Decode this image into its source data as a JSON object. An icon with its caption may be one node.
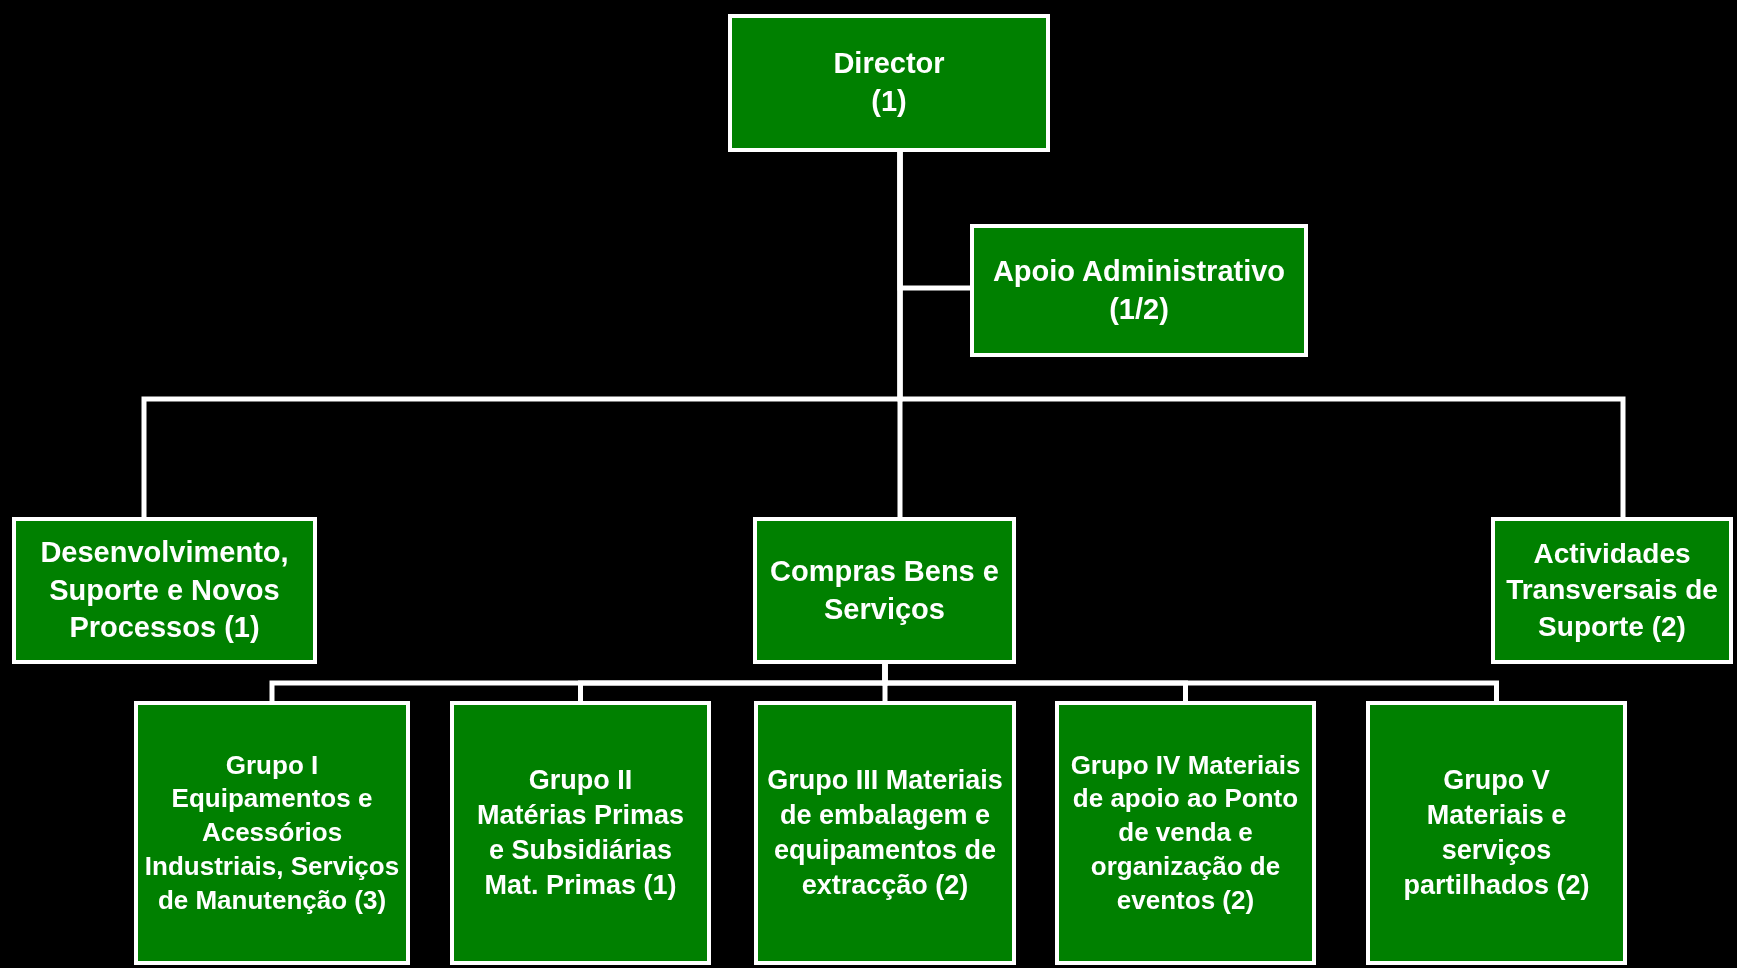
{
  "diagram": {
    "nodes": [
      {
        "text": [
          "Director (1)"
        ]
      },
      {
        "text": [
          "Apoio Administrativo (1/2)"
        ]
      },
      {
        "text": [
          "Desenvolvimento, Suporte e Novos Processos (1)"
        ]
      },
      {
        "text": [
          "Compras Bens e Serviços"
        ]
      },
      {
        "text": [
          "Actividades Transversais de Suporte (2)"
        ]
      },
      {
        "text": [
          "Grupo I Equipamentos e Acessórios Industriais, Serviços de Manutenção (3)"
        ]
      },
      {
        "text": [
          "Grupo II Matérias Primas e Subsidiárias Mat. Primas (1)"
        ]
      },
      {
        "text": [
          "Grupo III Materiais de embalagem e equipamentos de extracção (2)"
        ]
      },
      {
        "text": [
          "Grupo IV Materiais de apoio ao Ponto de venda e organização de eventos (2)"
        ]
      },
      {
        "text": [
          "Grupo V Materiais e serviços partilhados (2)"
        ]
      }
    ],
    "edges": [
      {
        "from": 0,
        "to": 1,
        "arrow": "none"
      },
      {
        "from": 0,
        "to": 2,
        "arrow": "none"
      },
      {
        "from": 0,
        "to": 3,
        "arrow": "none"
      },
      {
        "from": 0,
        "to": 4,
        "arrow": "none"
      },
      {
        "from": 3,
        "to": 5,
        "arrow": "none"
      },
      {
        "from": 3,
        "to": 6,
        "arrow": "none"
      },
      {
        "from": 3,
        "to": 7,
        "arrow": "none"
      },
      {
        "from": 3,
        "to": 8,
        "arrow": "none"
      },
      {
        "from": 3,
        "to": 9,
        "arrow": "none"
      }
    ]
  }
}
